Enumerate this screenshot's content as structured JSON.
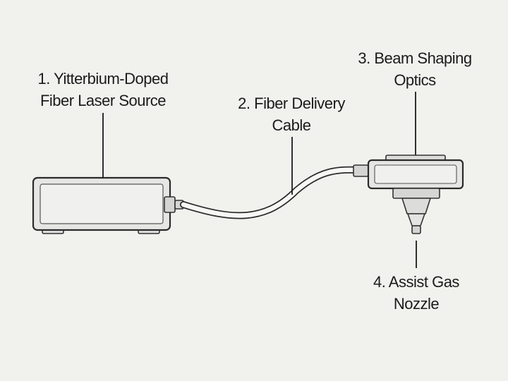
{
  "components": [
    {
      "id": "laser-source",
      "lines": [
        "1. Yitterbium-Doped",
        "Fiber Laser Source"
      ]
    },
    {
      "id": "delivery-cable",
      "lines": [
        "2. Fiber Delivery",
        "Cable"
      ]
    },
    {
      "id": "beam-optics",
      "lines": [
        "3. Beam Shaping",
        "Optics"
      ]
    },
    {
      "id": "gas-nozzle",
      "lines": [
        "4. Assist Gas",
        "Nozzle"
      ]
    }
  ]
}
